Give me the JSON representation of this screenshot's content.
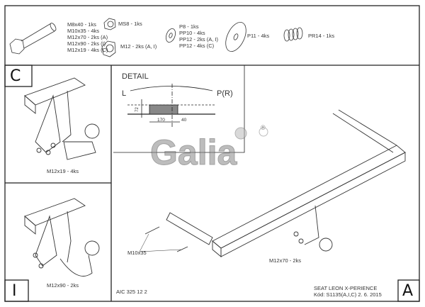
{
  "parts": {
    "bolts": [
      "M8x40 - 1ks",
      "M10x35 - 4ks",
      "M12x70 - 2ks (A)",
      "M12x90 - 2ks (I)",
      "M12x19 - 4ks (C)"
    ],
    "nut_ms8": "MS8 - 1ks",
    "nut_m12": "M12 - 2ks (A, I)",
    "washers": [
      "P8 - 1ks",
      "PP10 - 4ks",
      "PP12 - 2ks (A, I)",
      "PP12 - 4ks (C)"
    ],
    "washer_large": "P11 - 4ks",
    "spring": "PR14 - 1ks"
  },
  "detail": {
    "title": "DETAIL",
    "left": "L",
    "right": "P(R)",
    "dim_height": "72",
    "dim_width": "170",
    "dim_offset": "40"
  },
  "views": {
    "c_label": "C",
    "c_bolt": "M12x19 - 4ks",
    "i_label": "I",
    "i_bolt": "M12x90 - 2ks",
    "a_label": "A",
    "a_bolt_left": "M10x35",
    "a_bolt_right": "M12x70 - 2ks"
  },
  "logo": {
    "text": "Galia",
    "mark": "®"
  },
  "footer": {
    "drawing_no": "AIC 325 12 2",
    "vehicle": "SEAT LEON X-PERIENCE",
    "code": "Kód: S1135(A,I,C)  2. 6. 2015"
  }
}
